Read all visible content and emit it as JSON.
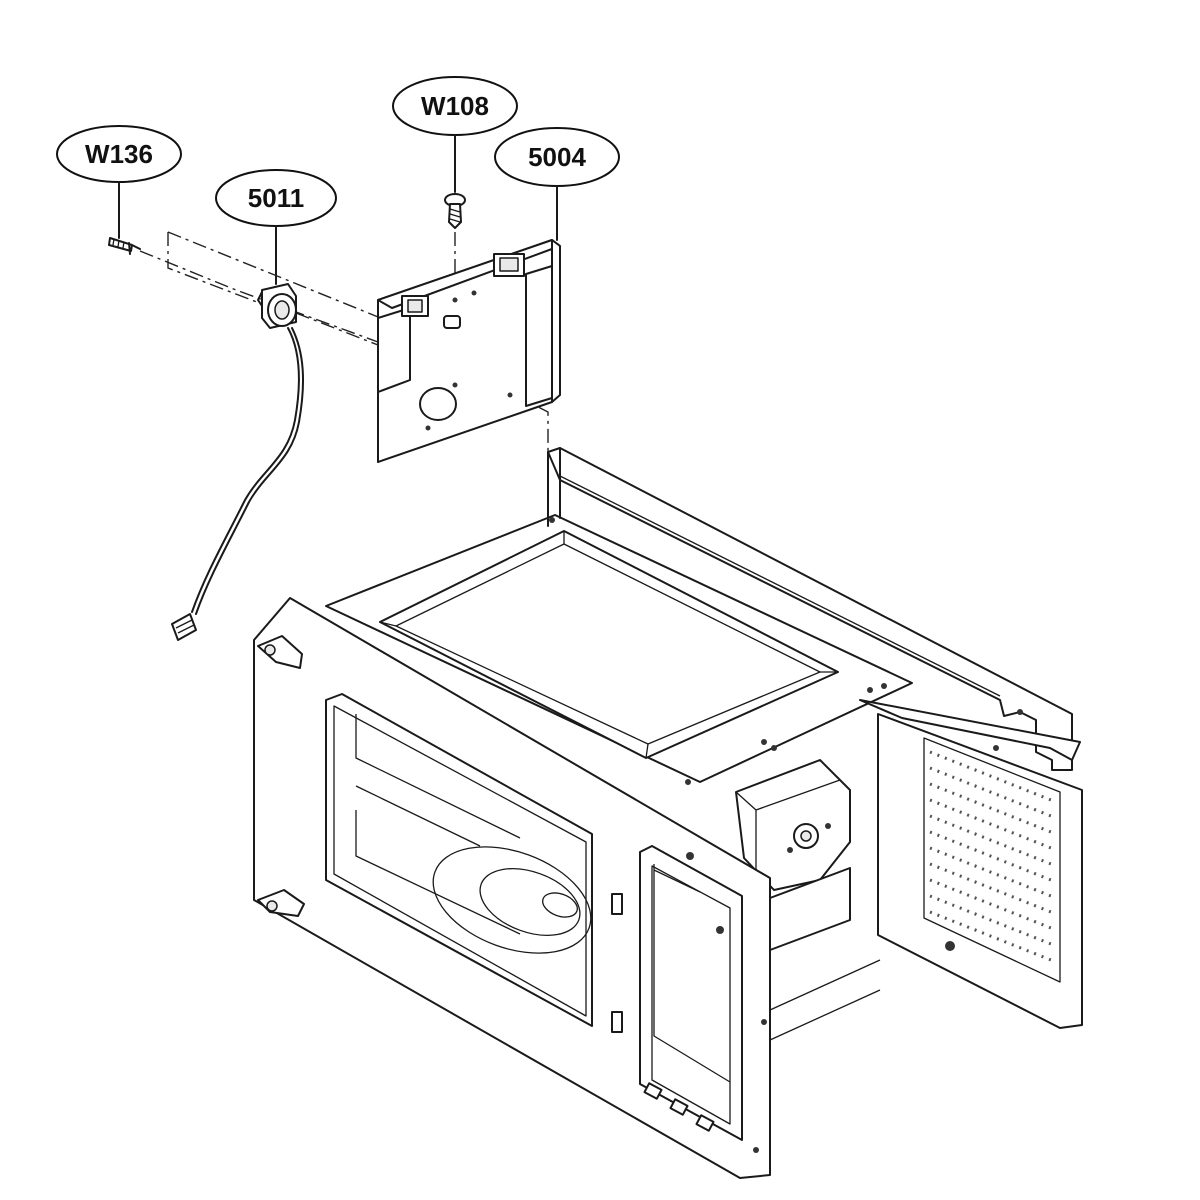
{
  "callouts": [
    {
      "id": "w136",
      "label": "W136"
    },
    {
      "id": "5011",
      "label": "5011"
    },
    {
      "id": "w108",
      "label": "W108"
    },
    {
      "id": "5004",
      "label": "5004"
    }
  ]
}
